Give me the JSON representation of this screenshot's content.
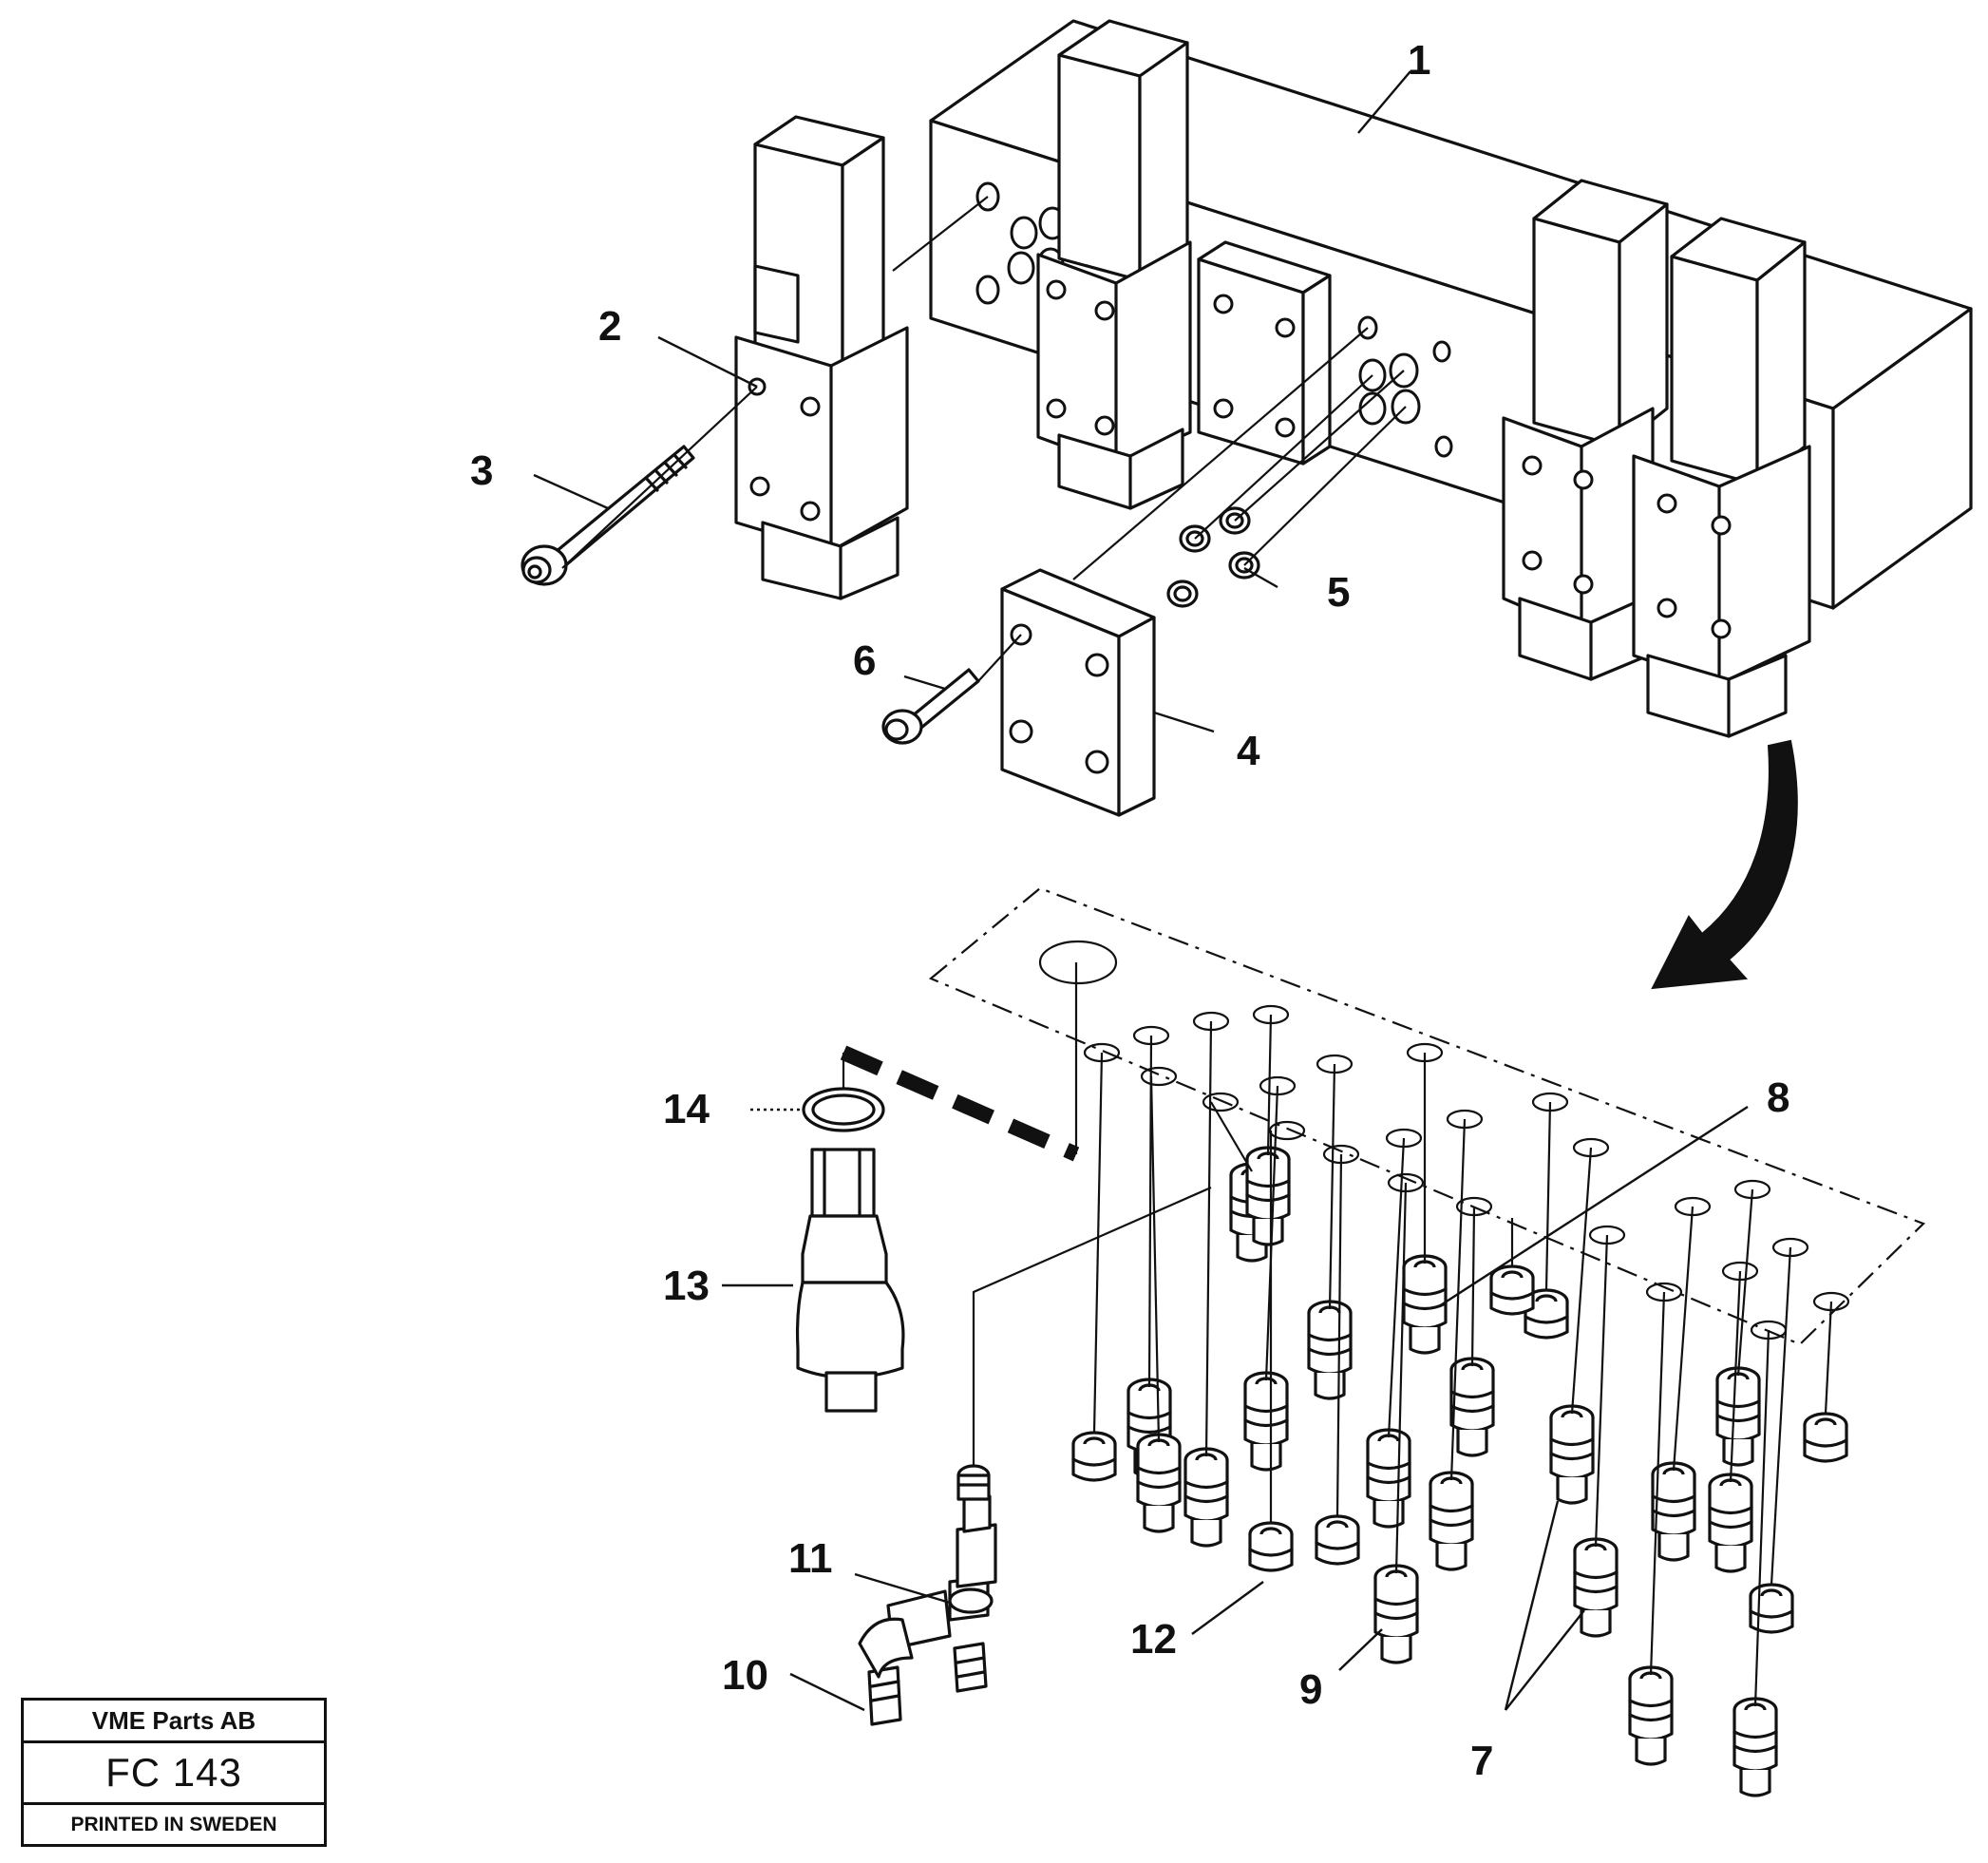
{
  "callouts": [
    {
      "id": "1",
      "text": "1"
    },
    {
      "id": "2",
      "text": "2"
    },
    {
      "id": "3",
      "text": "3"
    },
    {
      "id": "4",
      "text": "4"
    },
    {
      "id": "5",
      "text": "5"
    },
    {
      "id": "6",
      "text": "6"
    },
    {
      "id": "7",
      "text": "7"
    },
    {
      "id": "8",
      "text": "8"
    },
    {
      "id": "9",
      "text": "9"
    },
    {
      "id": "10",
      "text": "10"
    },
    {
      "id": "11",
      "text": "11"
    },
    {
      "id": "12",
      "text": "12"
    },
    {
      "id": "13",
      "text": "13"
    },
    {
      "id": "14",
      "text": "14"
    }
  ],
  "title_block": {
    "company": "VME Parts AB",
    "code": "FC 143",
    "printed": "PRINTED IN SWEDEN"
  }
}
